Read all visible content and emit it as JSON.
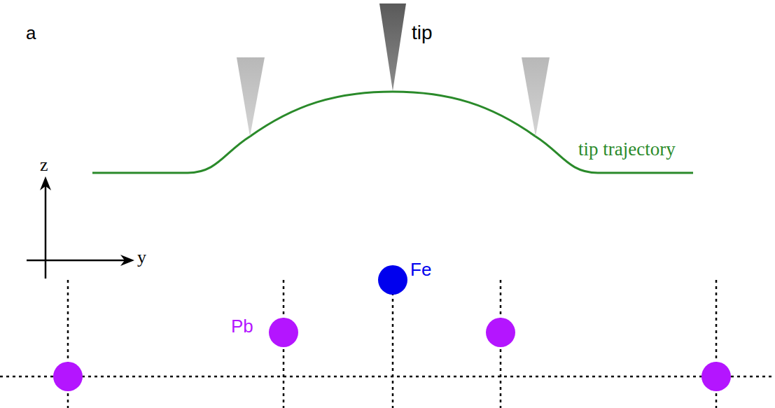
{
  "diagram": {
    "labels": [
      "a",
      "tip",
      "tip trajectory",
      "z",
      "y",
      "Pb",
      "Fe"
    ]
  }
}
